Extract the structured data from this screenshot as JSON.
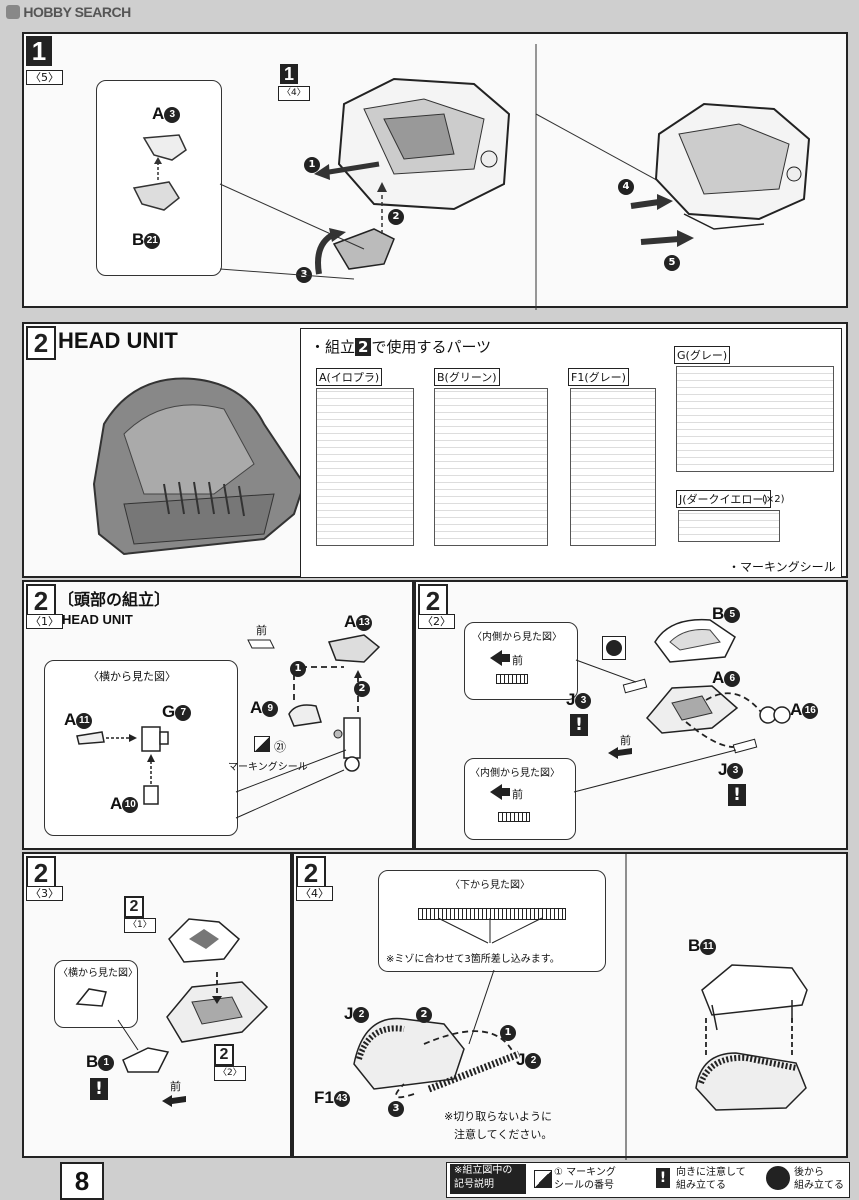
{
  "logo": {
    "brand": "HOBBY SEARCH"
  },
  "page_number": "8",
  "step1": {
    "number": "1",
    "sub": "〈5〉",
    "ref_number": "1",
    "ref_sub": "〈4〉",
    "part_a": "A",
    "part_a_num": "3",
    "part_b": "B",
    "part_b_num": "21",
    "arrows": [
      "1",
      "2",
      "3",
      "4",
      "5"
    ]
  },
  "step2_head": {
    "number": "2",
    "title": "HEAD UNIT",
    "parts_heading_pre": "・組立",
    "parts_heading_num": "2",
    "parts_heading_post": "で使用するパーツ",
    "runners": [
      {
        "code": "A",
        "color": "(イロプラ)"
      },
      {
        "code": "B",
        "color": "(グリーン)"
      },
      {
        "code": "F1",
        "color": "(グレー)"
      },
      {
        "code": "G",
        "color": "(グレー)"
      },
      {
        "code": "J",
        "color": "(ダークイエロー)",
        "qty": "(×2)"
      }
    ],
    "marking_seal": "・マーキングシール"
  },
  "step2_1": {
    "number": "2",
    "title_ja": "〔頭部の組立〕",
    "sub": "〈1〉",
    "title_en": "HEAD UNIT",
    "side_view": "〈横から見た図〉",
    "front": "前",
    "marking_seal": "マーキングシール",
    "seal_num": "㉑",
    "parts": [
      {
        "code": "A",
        "num": "11"
      },
      {
        "code": "G",
        "num": "7"
      },
      {
        "code": "A",
        "num": "10"
      },
      {
        "code": "A",
        "num": "9"
      },
      {
        "code": "A",
        "num": "13"
      }
    ],
    "arrows": [
      "1",
      "2"
    ]
  },
  "step2_2": {
    "number": "2",
    "sub": "〈2〉",
    "inner_view": "〈内側から見た図〉",
    "front": "前",
    "parts": [
      {
        "code": "B",
        "num": "5"
      },
      {
        "code": "A",
        "num": "6"
      },
      {
        "code": "A",
        "num": "16"
      },
      {
        "code": "J",
        "num": "3"
      },
      {
        "code": "J",
        "num": "3"
      }
    ]
  },
  "step2_3": {
    "number": "2",
    "sub": "〈3〉",
    "ref_number": "2",
    "ref_sub": "〈1〉",
    "ref2_number": "2",
    "ref2_sub": "〈2〉",
    "side_view": "〈横から見た図〉",
    "part_b": "B",
    "part_b_num": "1",
    "front": "前"
  },
  "step2_4": {
    "number": "2",
    "sub": "〈4〉",
    "bottom_view": "〈下から見た図〉",
    "note1": "※ミゾに合わせて3箇所差し込みます。",
    "note2a": "※切り取らないように",
    "note2b": "注意してください。",
    "parts": [
      {
        "code": "J",
        "num": "2"
      },
      {
        "code": "J",
        "num": "2"
      },
      {
        "code": "F1",
        "num": "43"
      },
      {
        "code": "B",
        "num": "11"
      }
    ],
    "arrows": [
      "1",
      "2",
      "3"
    ]
  },
  "legend": {
    "heading_a": "※組立図中の",
    "heading_b": "記号説明",
    "seal_a": "① マーキング",
    "seal_b": "シールの番号",
    "caution_a": "向きに注意して",
    "caution_b": "組み立てる",
    "after_a": "後から",
    "after_b": "組み立てる"
  }
}
